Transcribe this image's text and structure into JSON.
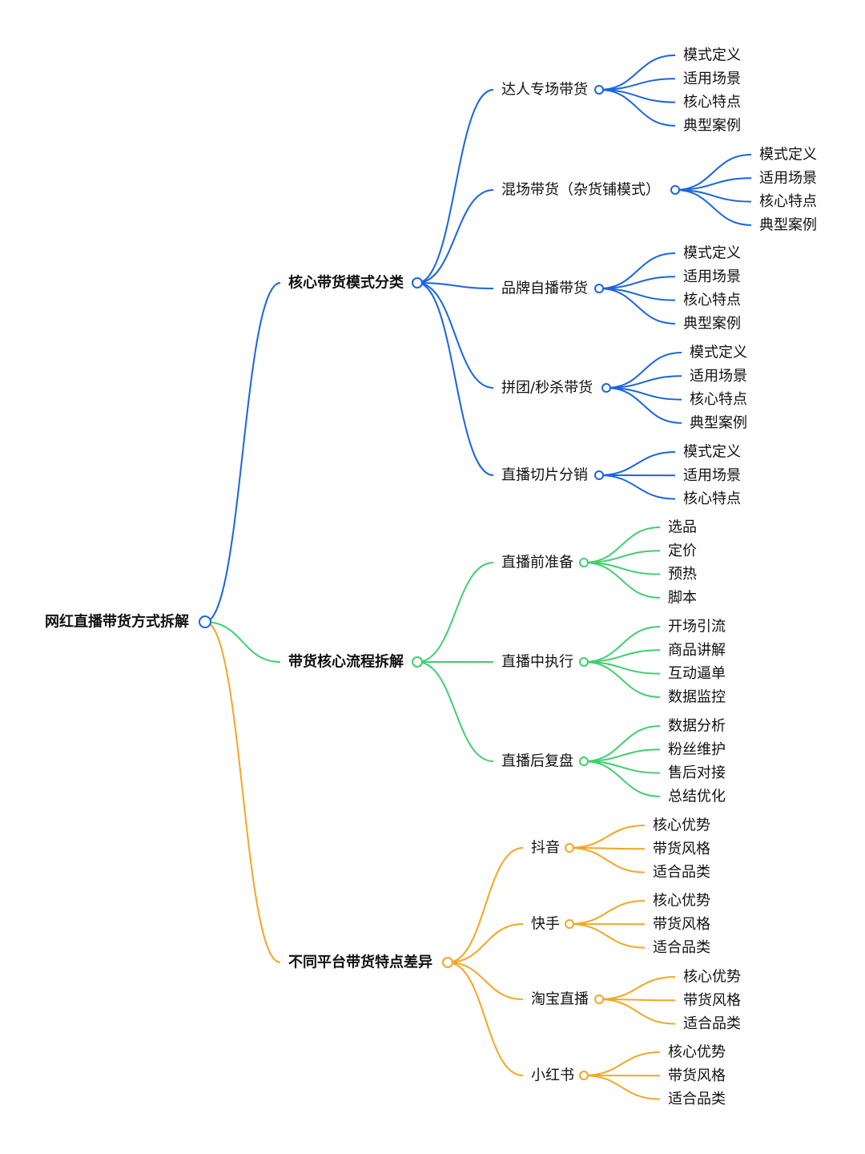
{
  "root": {
    "label": "网红直播带货方式拆解"
  },
  "colors": {
    "blue": "#1a64e0",
    "green": "#3ecf6e",
    "orange": "#f5a623"
  },
  "branches": [
    {
      "label": "核心带货模式分类",
      "color": "blue",
      "children": [
        {
          "label": "达人专场带货",
          "children": [
            "模式定义",
            "适用场景",
            "核心特点",
            "典型案例"
          ]
        },
        {
          "label": "混场带货（杂货铺模式）",
          "children": [
            "模式定义",
            "适用场景",
            "核心特点",
            "典型案例"
          ]
        },
        {
          "label": "品牌自播带货",
          "children": [
            "模式定义",
            "适用场景",
            "核心特点",
            "典型案例"
          ]
        },
        {
          "label": "拼团/秒杀带货",
          "children": [
            "模式定义",
            "适用场景",
            "核心特点",
            "典型案例"
          ]
        },
        {
          "label": "直播切片分销",
          "children": [
            "模式定义",
            "适用场景",
            "核心特点"
          ]
        }
      ]
    },
    {
      "label": "带货核心流程拆解",
      "color": "green",
      "children": [
        {
          "label": "直播前准备",
          "children": [
            "选品",
            "定价",
            "预热",
            "脚本"
          ]
        },
        {
          "label": "直播中执行",
          "children": [
            "开场引流",
            "商品讲解",
            "互动逼单",
            "数据监控"
          ]
        },
        {
          "label": "直播后复盘",
          "children": [
            "数据分析",
            "粉丝维护",
            "售后对接",
            "总结优化"
          ]
        }
      ]
    },
    {
      "label": "不同平台带货特点差异",
      "color": "orange",
      "children": [
        {
          "label": "抖音",
          "children": [
            "核心优势",
            "带货风格",
            "适合品类"
          ]
        },
        {
          "label": "快手",
          "children": [
            "核心优势",
            "带货风格",
            "适合品类"
          ]
        },
        {
          "label": "淘宝直播",
          "children": [
            "核心优势",
            "带货风格",
            "适合品类"
          ]
        },
        {
          "label": "小红书",
          "children": [
            "核心优势",
            "带货风格",
            "适合品类"
          ]
        }
      ]
    }
  ]
}
